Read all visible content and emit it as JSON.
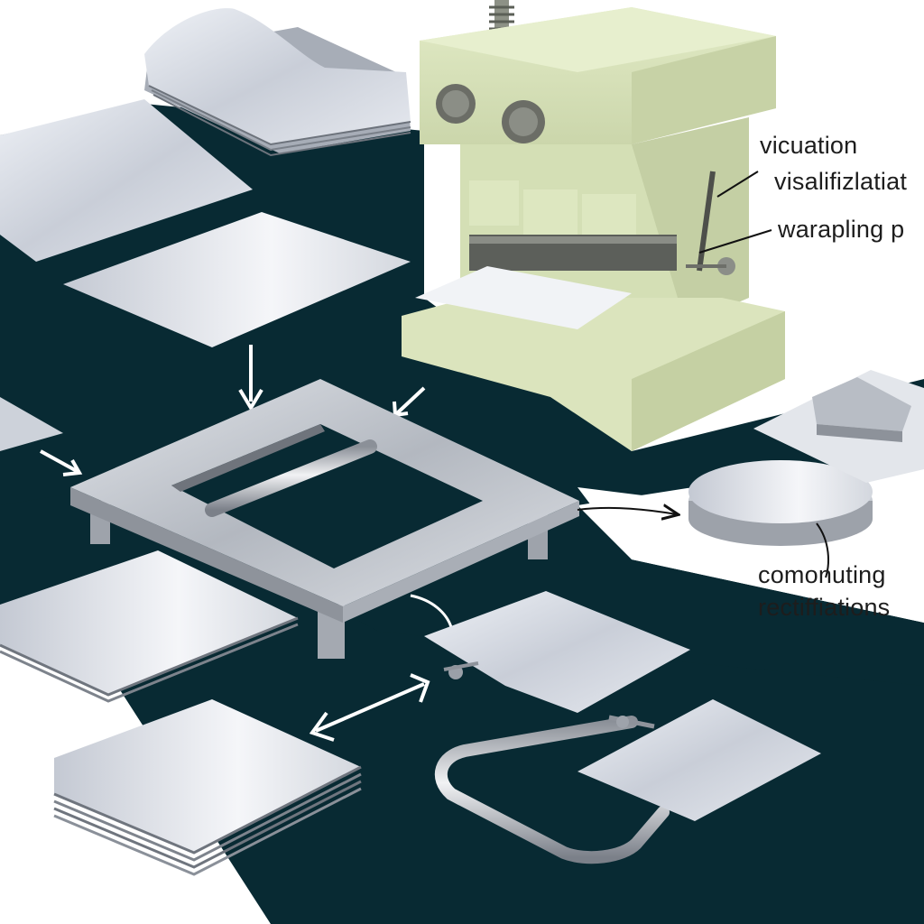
{
  "labels": {
    "vicuation": "vicuation",
    "visalifizlatiat": "visalifizlatiat",
    "warapling": "warapling p",
    "comonuting": "comonuting",
    "rectiffiations": "rectiffiations"
  },
  "colors": {
    "background": "#ffffff",
    "work_surface": "#082a33",
    "machine_body": "#d9e3bc",
    "metal_sheet": "#d4d9e1",
    "frame_metal": "#b9bdc4"
  },
  "icons": [
    "press-machine",
    "metal-sheet-stack",
    "square-frame",
    "curved-sheet",
    "disc-part",
    "bent-part",
    "u-shaped-rod"
  ]
}
